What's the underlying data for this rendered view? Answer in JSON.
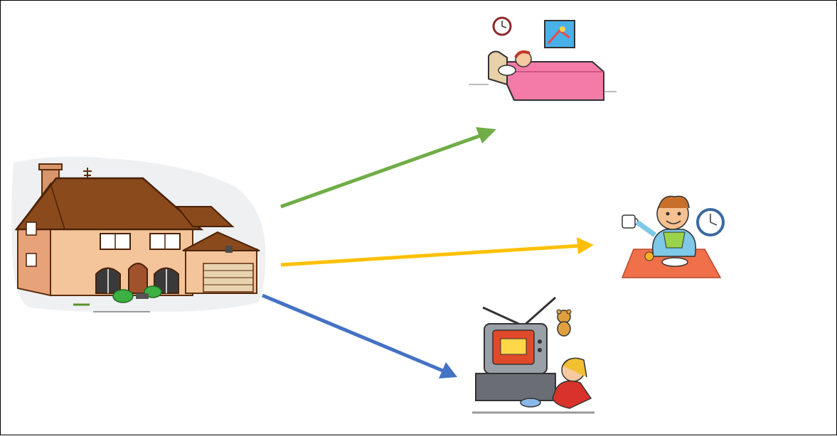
{
  "diagram": {
    "nodes": [
      {
        "id": "house",
        "icon": "house-icon"
      },
      {
        "id": "bedroom",
        "icon": "child-sleeping-in-bed-icon"
      },
      {
        "id": "breakfast",
        "icon": "child-eating-breakfast-icon"
      },
      {
        "id": "tv",
        "icon": "child-watching-tv-icon"
      }
    ],
    "edges": [
      {
        "from": "house",
        "to": "bedroom",
        "color": "#70ad47"
      },
      {
        "from": "house",
        "to": "breakfast",
        "color": "#ffc000"
      },
      {
        "from": "house",
        "to": "tv",
        "color": "#4472c4"
      }
    ]
  }
}
